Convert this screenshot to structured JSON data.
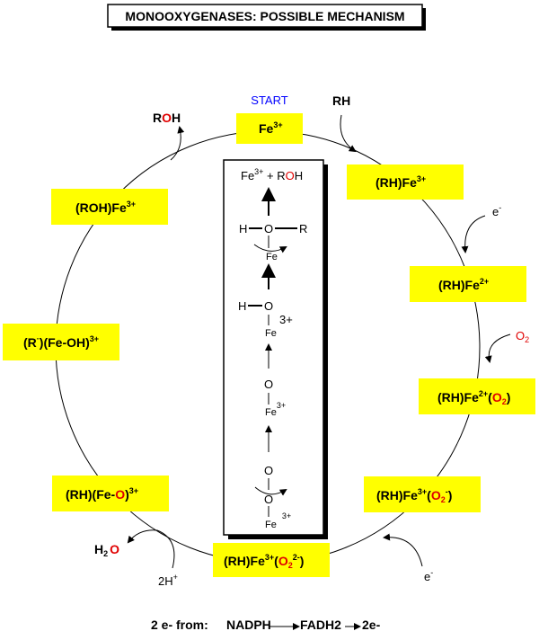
{
  "title": "MONOOXYGENASES:  POSSIBLE MECHANISM",
  "start_label": "START",
  "colors": {
    "box": "#ffff00",
    "oxygen": "#e00000",
    "start": "#0000ff"
  },
  "cycle": {
    "fe3": {
      "a": "Fe",
      "sup": "3+"
    },
    "rh_fe3": {
      "a": "(RH)Fe",
      "sup": "3+"
    },
    "rh_fe2": {
      "a": "(RH)Fe",
      "sup": "2+"
    },
    "rh_fe2_o2": {
      "a": "(RH)Fe",
      "sup": "2+",
      "b": "(",
      "o": "O",
      "sub": "2",
      "c": ")"
    },
    "rh_fe3_o2m": {
      "a": "(RH)Fe",
      "sup": "3+",
      "b": "(",
      "o": "O",
      "sub": "2",
      "sup2": "-",
      "c": ")"
    },
    "rh_fe3_o22m": {
      "a": "(RH)Fe",
      "sup": "3+",
      "b": "(",
      "o": "O",
      "sub": "2",
      "sup2": "2-",
      "c": ")"
    },
    "rh_feo": {
      "a": "(RH)(Fe-",
      "o": "O",
      "c": ")",
      "sup": "3+"
    },
    "r_feoh": {
      "a": "(R",
      "dot": "·",
      "b": ")(Fe-OH)",
      "sup": "3+"
    },
    "roh_fe3": {
      "a": "(ROH)Fe",
      "sup": "3+"
    }
  },
  "side": {
    "rh": "RH",
    "e1": {
      "a": "e",
      "sup": "-"
    },
    "o2": {
      "o": "O",
      "sub": "2"
    },
    "e2": {
      "a": "e",
      "sup": "-"
    },
    "h_plus": {
      "a": "2H",
      "sup": "+"
    },
    "h2o": {
      "a": "H",
      "sub": "2",
      "o": "O"
    },
    "roh": {
      "a": "R",
      "o": "O",
      "b": "H"
    }
  },
  "inset": {
    "top": {
      "a": "Fe",
      "sup": "3+",
      "b": " + R",
      "o": "O",
      "c": "H"
    },
    "step1": {
      "h": "H",
      "o": "O",
      "r": "R",
      "fe": "Fe"
    },
    "step2": {
      "h": "H",
      "o": "O",
      "charge": "3+",
      "fe": "Fe"
    },
    "step3": {
      "o": "O",
      "fe": "Fe",
      "sup": "3+"
    },
    "step4": {
      "o1": "O",
      "o2": "O",
      "fe": "Fe",
      "sup": "3+"
    }
  },
  "footer": {
    "label": "2 e- from:",
    "a": "NADPH",
    "b": "FADH2",
    "c": "2e-"
  }
}
